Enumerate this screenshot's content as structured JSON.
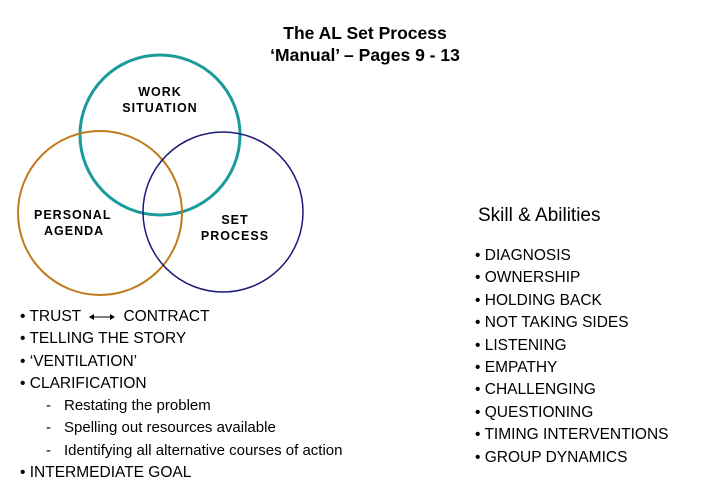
{
  "title": {
    "line1": "The AL Set Process",
    "line2": "‘Manual’ – Pages 9 - 13"
  },
  "venn": {
    "circles": [
      {
        "id": "work",
        "label_line1": "WORK",
        "label_line2": "SITUATION",
        "color": "#1a9a9a"
      },
      {
        "id": "personal",
        "label_line1": "PERSONAL",
        "label_line2": "AGENDA",
        "color": "#c07a1a"
      },
      {
        "id": "set",
        "label_line1": "SET",
        "label_line2": "PROCESS",
        "color": "#1c1c7a"
      }
    ]
  },
  "left_list": {
    "items": [
      {
        "text_a": "TRUST",
        "text_b": "CONTRACT"
      },
      {
        "text": "TELLING THE STORY"
      },
      {
        "text": "‘VENTILATION’"
      },
      {
        "text": "CLARIFICATION"
      },
      {
        "text": "Restating the problem",
        "sub": true
      },
      {
        "text": "Spelling out resources available",
        "sub": true
      },
      {
        "text": "Identifying all alternative courses of action",
        "sub": true
      },
      {
        "text": "INTERMEDIATE GOAL"
      }
    ],
    "bullet": "•",
    "dash": "-"
  },
  "skills": {
    "title": "Skill & Abilities",
    "items": [
      "DIAGNOSIS",
      "OWNERSHIP",
      "HOLDING BACK",
      "NOT TAKING SIDES",
      "LISTENING",
      "EMPATHY",
      "CHALLENGING",
      "QUESTIONING",
      "TIMING INTERVENTIONS",
      "GROUP DYNAMICS"
    ]
  }
}
